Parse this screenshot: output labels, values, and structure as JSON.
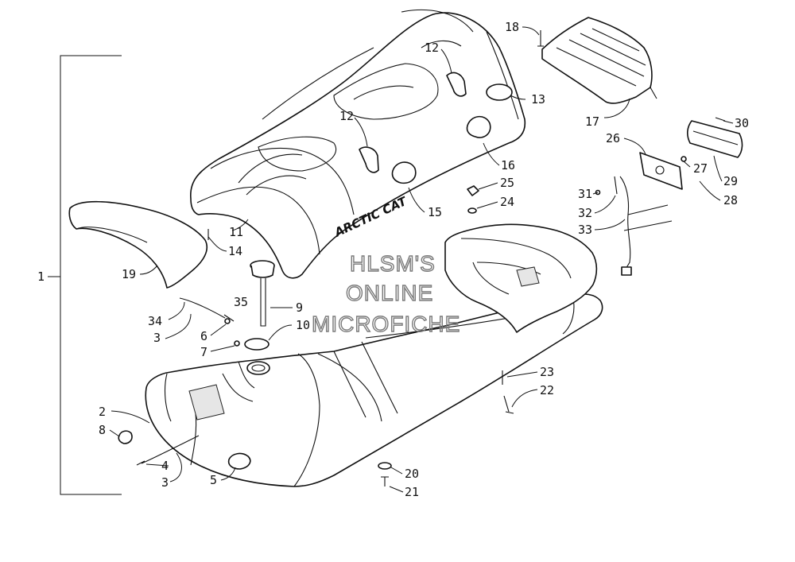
{
  "watermark": {
    "line1": "HLSM'S",
    "line2": "ONLINE",
    "line3": "MICROFICHE"
  },
  "brand_text": "ARCTIC CAT",
  "callouts": {
    "c1": "1",
    "c2": "2",
    "c3a": "3",
    "c3b": "3",
    "c4": "4",
    "c5": "5",
    "c6": "6",
    "c7": "7",
    "c8": "8",
    "c9": "9",
    "c10": "10",
    "c11": "11",
    "c12a": "12",
    "c12b": "12",
    "c13": "13",
    "c14": "14",
    "c15": "15",
    "c16": "16",
    "c17": "17",
    "c18": "18",
    "c19": "19",
    "c20": "20",
    "c21": "21",
    "c22": "22",
    "c23": "23",
    "c24": "24",
    "c25": "25",
    "c26": "26",
    "c27": "27",
    "c28": "28",
    "c29": "29",
    "c30": "30",
    "c31": "31",
    "c32": "32",
    "c33": "33",
    "c34": "34",
    "c35": "35"
  }
}
